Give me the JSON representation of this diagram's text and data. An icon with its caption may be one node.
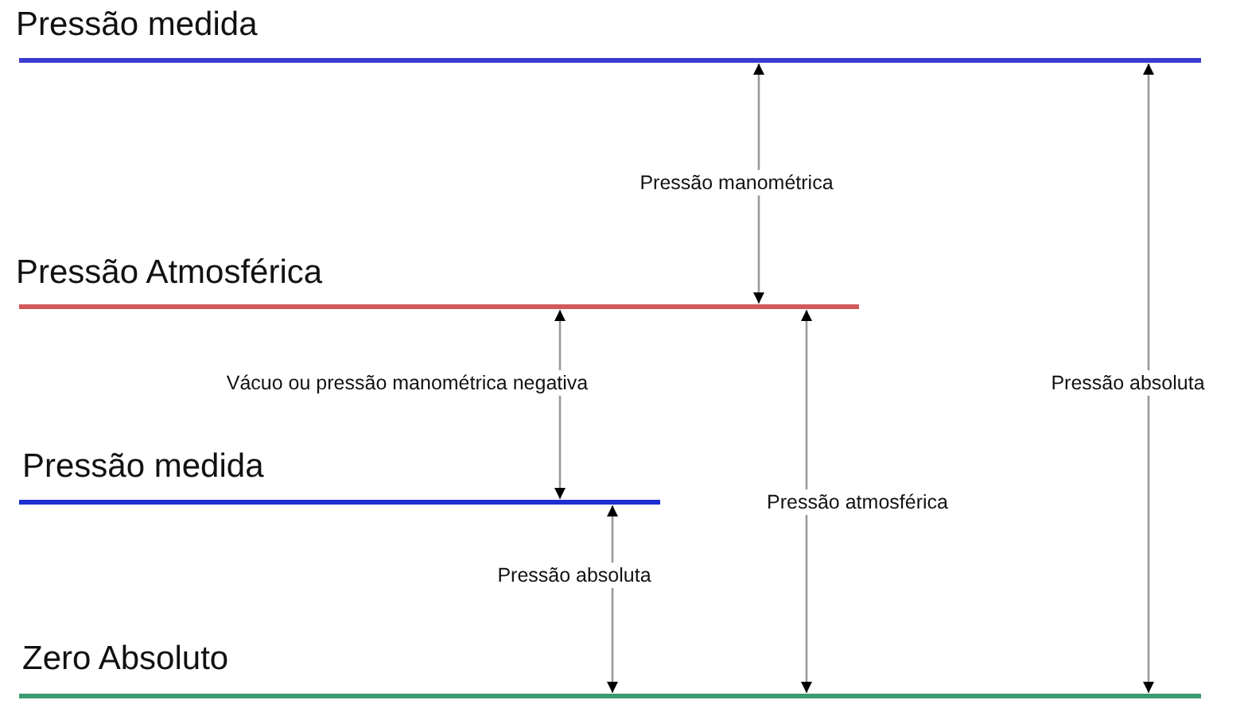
{
  "diagram": {
    "labels": [
      "Pressão medida",
      "Pressão manométrica",
      "Pressão Atmosférica",
      "Vácuo ou pressão manométrica negativa",
      "Pressão absoluta",
      "Pressão medida",
      "Pressão atmosférica",
      "Pressão absoluta",
      "Zero Absoluto"
    ]
  }
}
